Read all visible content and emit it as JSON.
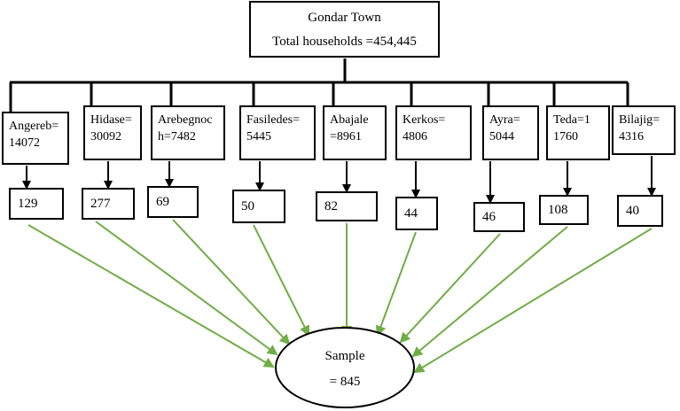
{
  "town": {
    "title": "Gondar Town",
    "households": "Total households =454,445"
  },
  "kebeles": [
    {
      "line1": "Angereb=",
      "line2": "14072",
      "sample": "129"
    },
    {
      "line1": "Hidase=",
      "line2": "30092",
      "sample": "277"
    },
    {
      "line1": "Arebegnoc",
      "line2": "h=7482",
      "sample": "69"
    },
    {
      "line1": "Fasiledes=",
      "line2": "5445",
      "sample": "50"
    },
    {
      "line1": "Abajale",
      "line2": "=8961",
      "sample": "82"
    },
    {
      "line1": "Kerkos=",
      "line2": "4806",
      "sample": "44"
    },
    {
      "line1": "Ayra=",
      "line2": "5044",
      "sample": "46"
    },
    {
      "line1": "Teda=1",
      "line2": "1760",
      "sample": "108"
    },
    {
      "line1": "Bilajig=",
      "line2": "4316",
      "sample": "40"
    }
  ],
  "total_sample": {
    "label": "Sample",
    "value": "= 845"
  },
  "colors": {
    "arrow_green": "#70ad47",
    "line_black": "#000000"
  }
}
